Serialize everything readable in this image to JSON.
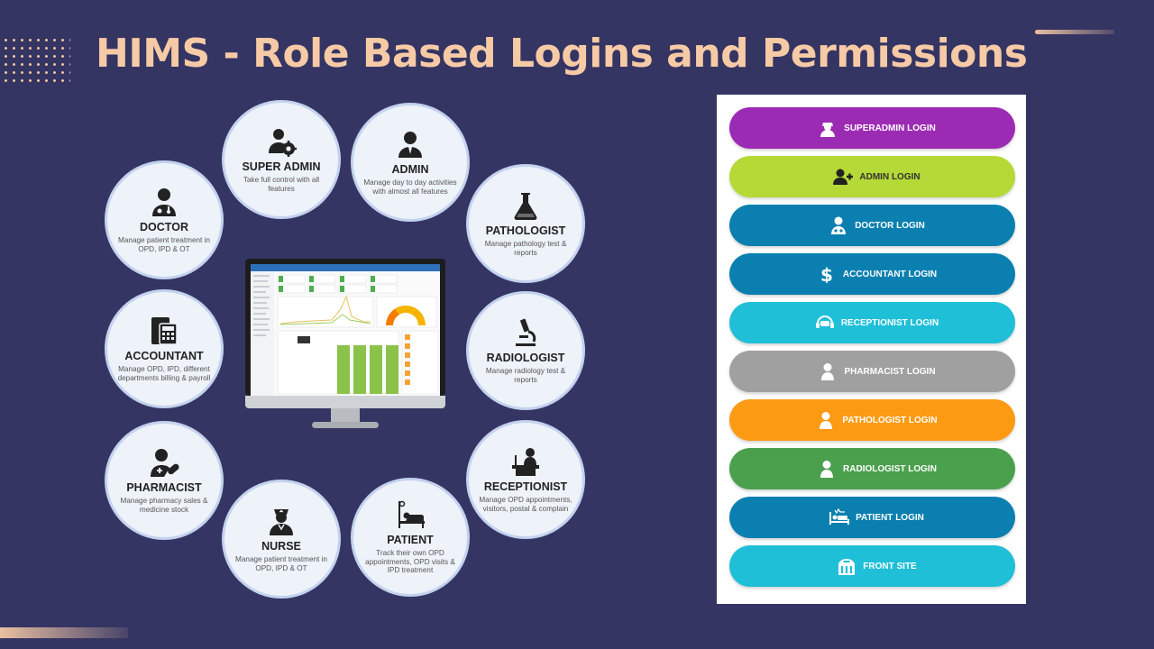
{
  "title": "HIMS - Role Based Logins and Permissions",
  "roles": [
    {
      "id": "super-admin",
      "name": "SUPER ADMIN",
      "desc": "Take full control with all features",
      "icon": "user-gear-icon"
    },
    {
      "id": "admin",
      "name": "ADMIN",
      "desc": "Manage day to day activities with almost all features",
      "icon": "user-tie-icon"
    },
    {
      "id": "doctor",
      "name": "DOCTOR",
      "desc": "Manage patient treatment in OPD, IPD & OT",
      "icon": "doctor-icon"
    },
    {
      "id": "pathologist",
      "name": "PATHOLOGIST",
      "desc": "Manage pathology test & reports",
      "icon": "flask-icon"
    },
    {
      "id": "accountant",
      "name": "ACCOUNTANT",
      "desc": "Manage OPD, IPD, different departments billing & payroll",
      "icon": "calculator-icon"
    },
    {
      "id": "radiologist",
      "name": "RADIOLOGIST",
      "desc": "Manage radiology test & reports",
      "icon": "microscope-icon"
    },
    {
      "id": "pharmacist",
      "name": "PHARMACIST",
      "desc": "Manage pharmacy sales & medicine stock",
      "icon": "user-pill-icon"
    },
    {
      "id": "receptionist",
      "name": "RECEPTIONIST",
      "desc": "Manage OPD appointments, visitors, postal & complain",
      "icon": "reception-desk-icon"
    },
    {
      "id": "nurse",
      "name": "NURSE",
      "desc": "Manage patient treatment in OPD, IPD & OT",
      "icon": "nurse-icon"
    },
    {
      "id": "patient",
      "name": "PATIENT",
      "desc": "Track their own OPD appointments, OPD visits & IPD treatment",
      "icon": "patient-bed-icon"
    }
  ],
  "logins": [
    {
      "label": "SUPERADMIN LOGIN",
      "color": "#9c2bb3",
      "text_color": "#ffffff",
      "icon": "user-secret-icon"
    },
    {
      "label": "ADMIN LOGIN",
      "color": "#b5d936",
      "text_color": "#333333",
      "icon": "user-plus-icon"
    },
    {
      "label": "DOCTOR LOGIN",
      "color": "#0b80b0",
      "text_color": "#ffffff",
      "icon": "user-doctor-icon"
    },
    {
      "label": "ACCOUNTANT LOGIN",
      "color": "#0b80b0",
      "text_color": "#ffffff",
      "icon": "dollar-icon"
    },
    {
      "label": "RECEPTIONIST LOGIN",
      "color": "#1fbfd8",
      "text_color": "#ffffff",
      "icon": "headset-icon"
    },
    {
      "label": "PHARMACIST LOGIN",
      "color": "#a0a0a0",
      "text_color": "#ffffff",
      "icon": "user-icon"
    },
    {
      "label": "PATHOLOGIST LOGIN",
      "color": "#fd9a14",
      "text_color": "#ffffff",
      "icon": "user-icon"
    },
    {
      "label": "RADIOLOGIST LOGIN",
      "color": "#4ba04e",
      "text_color": "#ffffff",
      "icon": "user-icon"
    },
    {
      "label": "PATIENT LOGIN",
      "color": "#0b80b0",
      "text_color": "#ffffff",
      "icon": "bed-icon"
    },
    {
      "label": "FRONT SITE",
      "color": "#1fbfd8",
      "text_color": "#ffffff",
      "icon": "building-icon"
    }
  ]
}
